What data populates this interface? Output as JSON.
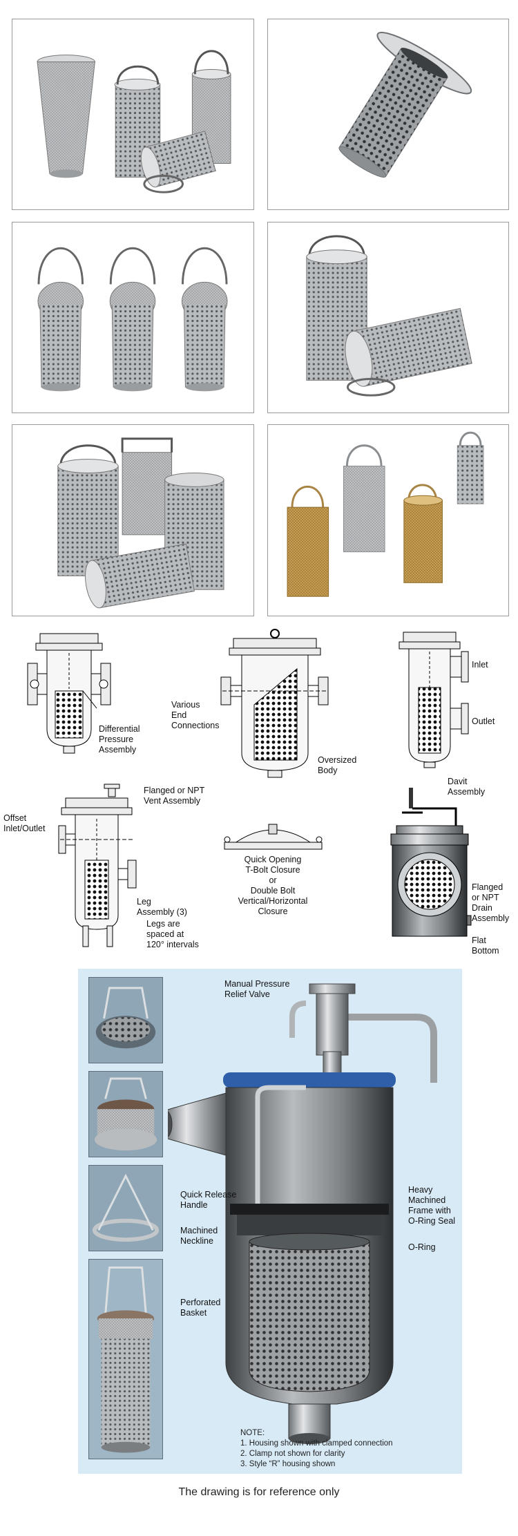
{
  "photos": [
    {
      "name": "photo-assorted-baskets"
    },
    {
      "name": "photo-flanged-basket"
    },
    {
      "name": "photo-three-bail-baskets"
    },
    {
      "name": "photo-two-baskets"
    },
    {
      "name": "photo-four-baskets"
    },
    {
      "name": "photo-brass-and-steel-baskets"
    }
  ],
  "diagrams": {
    "d1_label_1": "Differential",
    "d1_label_2": "Pressure",
    "d1_label_3": "Assembly",
    "d2_label_various_1": "Various",
    "d2_label_various_2": "End",
    "d2_label_various_3": "Connections",
    "d2_label_oversized_1": "Oversized",
    "d2_label_oversized_2": "Body",
    "d3_label_inlet": "Inlet",
    "d3_label_outlet": "Outlet",
    "d4_label_vent_1": "Flanged or NPT",
    "d4_label_vent_2": "Vent Assembly",
    "d4_label_offset_1": "Offset",
    "d4_label_offset_2": "Inlet/Outlet",
    "d4_label_leg_1": "Leg",
    "d4_label_leg_2": "Assembly (3)",
    "d4_label_spaced_1": "Legs are",
    "d4_label_spaced_2": "spaced at",
    "d4_label_spaced_3": "120° intervals",
    "d5_label_1": "Quick Opening",
    "d5_label_2": "T-Bolt Closure",
    "d5_label_3": "or",
    "d5_label_4": "Double Bolt",
    "d5_label_5": "Vertical/Horizontal",
    "d5_label_6": "Closure",
    "d6_label_davit_1": "Davit",
    "d6_label_davit_2": "Assembly",
    "d6_label_drain_1": "Flanged",
    "d6_label_drain_2": "or NPT",
    "d6_label_drain_3": "Drain",
    "d6_label_drain_4": "Assembly",
    "d6_label_flat_1": "Flat",
    "d6_label_flat_2": "Bottom"
  },
  "cutaway": {
    "relief_1": "Manual Pressure",
    "relief_2": "Relief Valve",
    "handle_1": "Quick Release",
    "handle_2": "Handle",
    "neckline_1": "Machined",
    "neckline_2": "Neckline",
    "perforated_1": "Perforated",
    "perforated_2": "Basket",
    "frame_1": "Heavy",
    "frame_2": "Machined",
    "frame_3": "Frame with",
    "frame_4": "O-Ring Seal",
    "oring": "O-Ring",
    "note_title": "NOTE:",
    "notes": [
      "1.  Housing shown with clamped connection",
      "2.  Clamp not shown for clarity",
      "3.  Style “R” housing shown"
    ]
  },
  "footer": "The drawing is for reference only"
}
